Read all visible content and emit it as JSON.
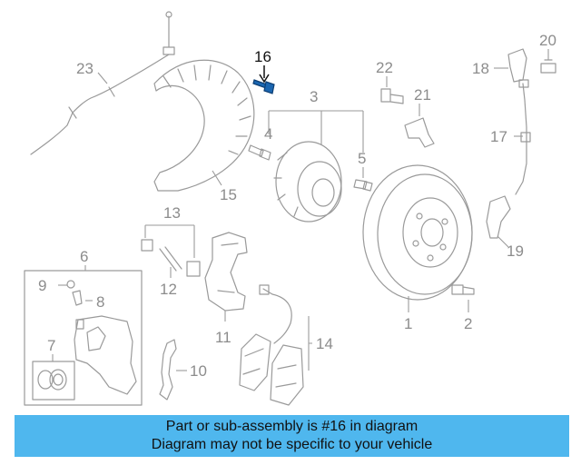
{
  "callouts": {
    "c1": "1",
    "c2": "2",
    "c3": "3",
    "c4": "4",
    "c5": "5",
    "c6": "6",
    "c7": "7",
    "c8": "8",
    "c9": "9",
    "c10": "10",
    "c11": "11",
    "c12": "12",
    "c13": "13",
    "c14": "14",
    "c15": "15",
    "c16": "16",
    "c17": "17",
    "c18": "18",
    "c19": "19",
    "c20": "20",
    "c21": "21",
    "c22": "22",
    "c23": "23"
  },
  "highlighted_part": "16",
  "colors": {
    "highlight": "#1b66b0",
    "banner": "#4fb7ee",
    "lines": "#9a9a9a"
  },
  "banner": {
    "line1": "Part or sub-assembly is #16 in diagram",
    "line2": "Diagram may not be specific to your vehicle"
  }
}
